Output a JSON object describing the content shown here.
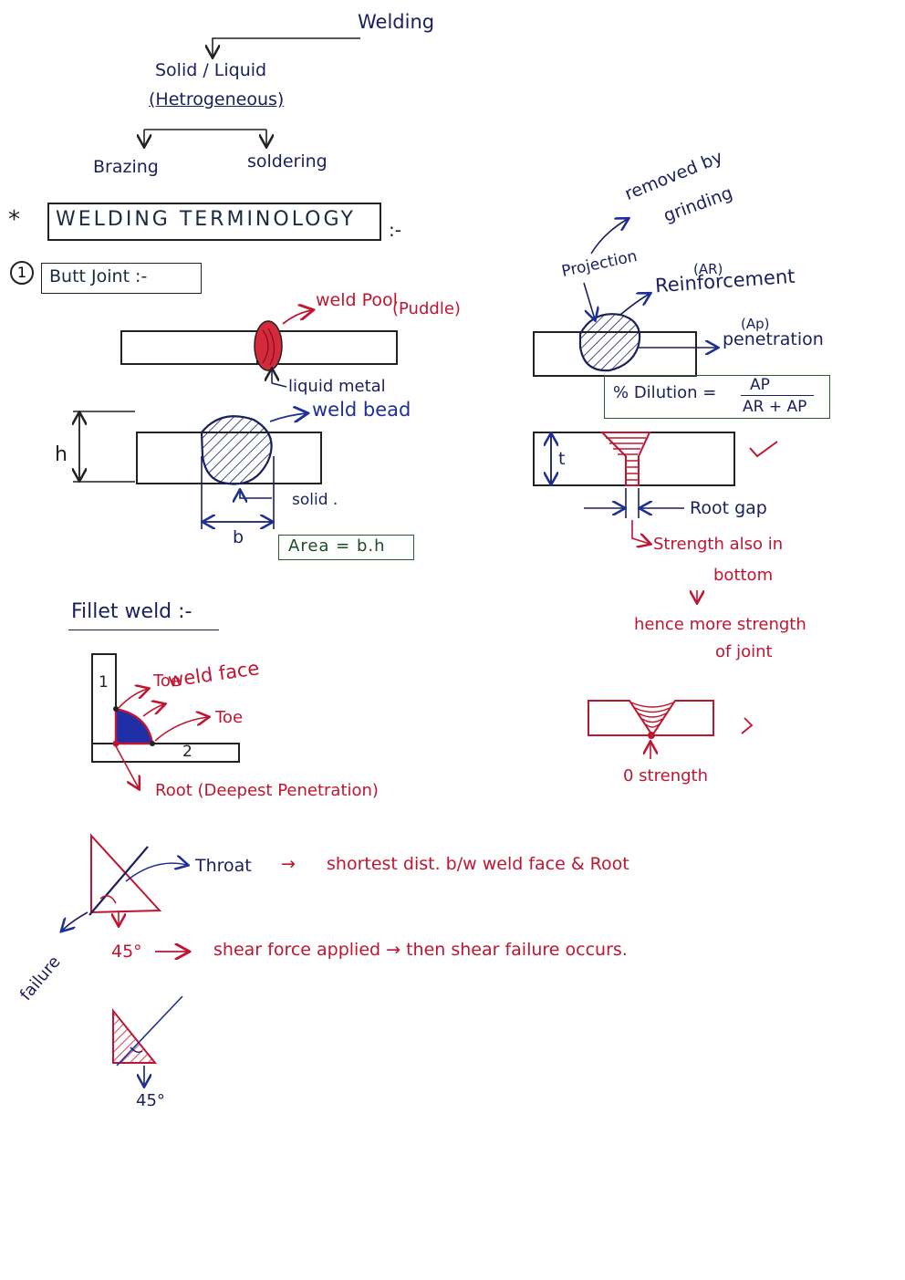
{
  "tree": {
    "root": "Welding",
    "child": "Solid / Liquid",
    "child_note": "(Hetrogeneous)",
    "leaf_left": "Brazing",
    "leaf_right": "soldering"
  },
  "heading": {
    "star": "*",
    "title": "WELDING TERMINOLOGY",
    "suffix": ":-"
  },
  "butt_joint": {
    "number": "1",
    "title": "Butt Joint :-",
    "weld_pool": "weld Pool",
    "puddle": "(Puddle)",
    "liquid_metal": "liquid metal",
    "weld_bead": "weld bead",
    "h": "h",
    "b": "b",
    "solid": "solid .",
    "area": "Area = b.h"
  },
  "reinforcement_diagram": {
    "removed_by": "removed by",
    "grinding": "grinding",
    "projection": "Projection",
    "ar": "(AR)",
    "reinforcement": "Reinforcement",
    "ap": "(Ap)",
    "penetration": "penetration",
    "dilution_label": "% Dilution =",
    "dilution_num": "AP",
    "dilution_den": "AR + AP"
  },
  "root_gap_diagram": {
    "t": "t",
    "root_gap": "Root gap",
    "strength_bottom_1": "Strength also in",
    "strength_bottom_2": "bottom",
    "hence_1": "hence more strength",
    "hence_2": "of joint",
    "zero_strength": "0 strength"
  },
  "fillet_weld": {
    "title": "Fillet weld :-",
    "plate_1": "1",
    "plate_2": "2",
    "toe_top": "Toe",
    "weld_face": "weld face",
    "toe_right": "Toe",
    "root": "Root (Deepest Penetration)"
  },
  "throat": {
    "label": "Throat",
    "arrow": "→",
    "definition": "shortest  dist. b/w  weld face & Root",
    "failure": "failure",
    "angle": "45°",
    "shear_text": "shear  force  applied → then  shear  failure  occurs.",
    "angle_bottom": "45°"
  },
  "colors": {
    "ink_navy": "#1a1f5e",
    "ink_blue": "#1f2f9a",
    "ink_red": "#c01530",
    "ink_green": "#2a5a30"
  }
}
